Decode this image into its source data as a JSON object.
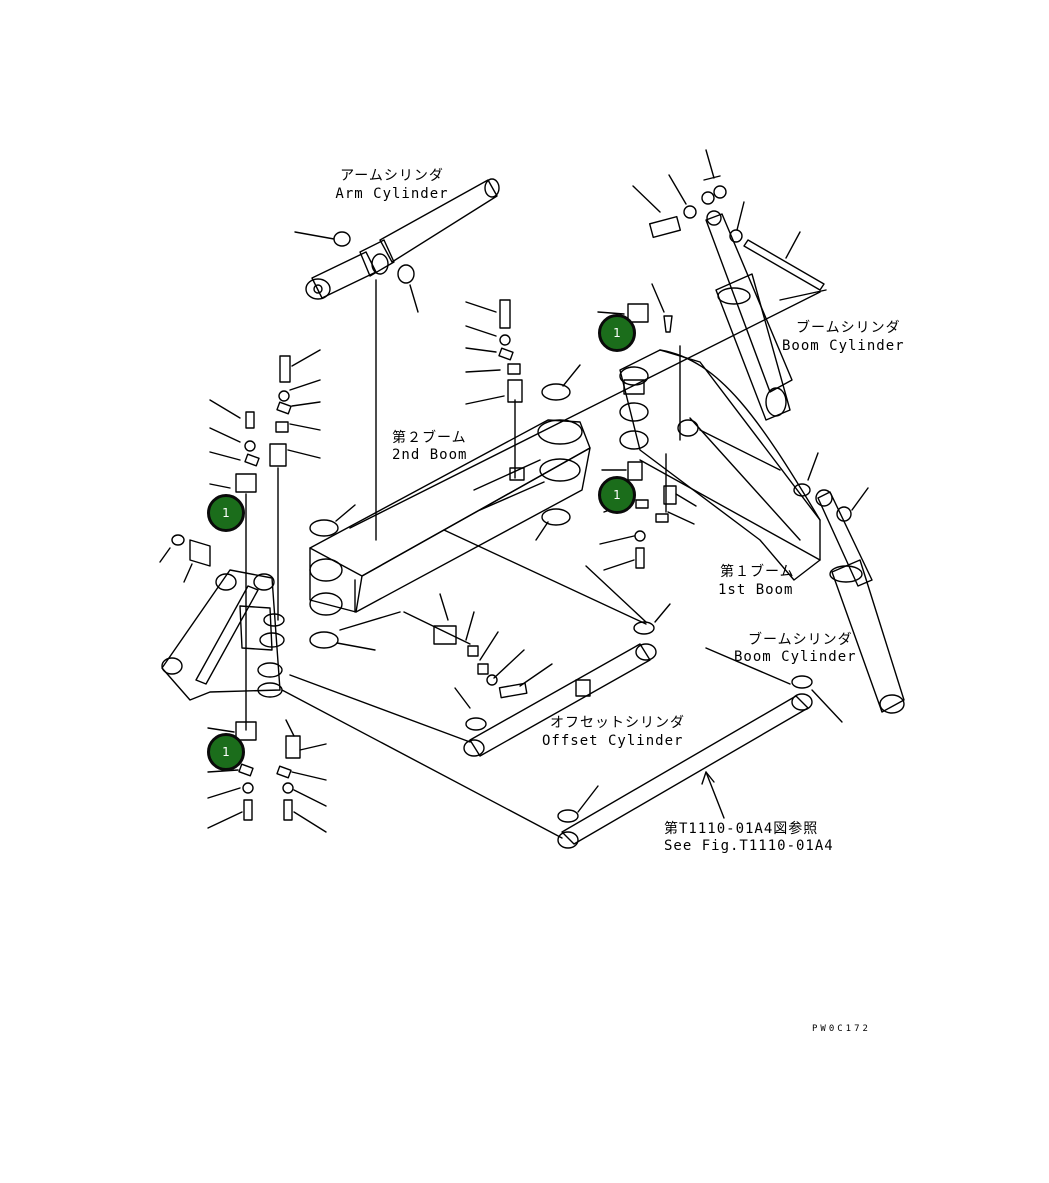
{
  "colors": {
    "marker_fill": "#1b6d1b",
    "line": "#000000",
    "background": "#ffffff"
  },
  "labels": {
    "arm_cylinder_jp": "アームシリンダ",
    "arm_cylinder_en": "Arm Cylinder",
    "boom_cylinder_upper_jp": "ブームシリンダ",
    "boom_cylinder_upper_en": "Boom Cylinder",
    "second_boom_jp": "第２ブーム",
    "second_boom_en": "2nd Boom",
    "first_boom_jp": "第１ブーム",
    "first_boom_en": "1st Boom",
    "boom_cylinder_lower_jp": "ブームシリンダ",
    "boom_cylinder_lower_en": "Boom Cylinder",
    "offset_cylinder_jp": "オフセットシリンダ",
    "offset_cylinder_en": "Offset Cylinder",
    "see_fig_jp": "第T1110-01A4図参照",
    "see_fig_en": "See Fig.T1110-01A4"
  },
  "markers": [
    "1",
    "1",
    "1",
    "1"
  ],
  "figure_code": "PW0C172"
}
